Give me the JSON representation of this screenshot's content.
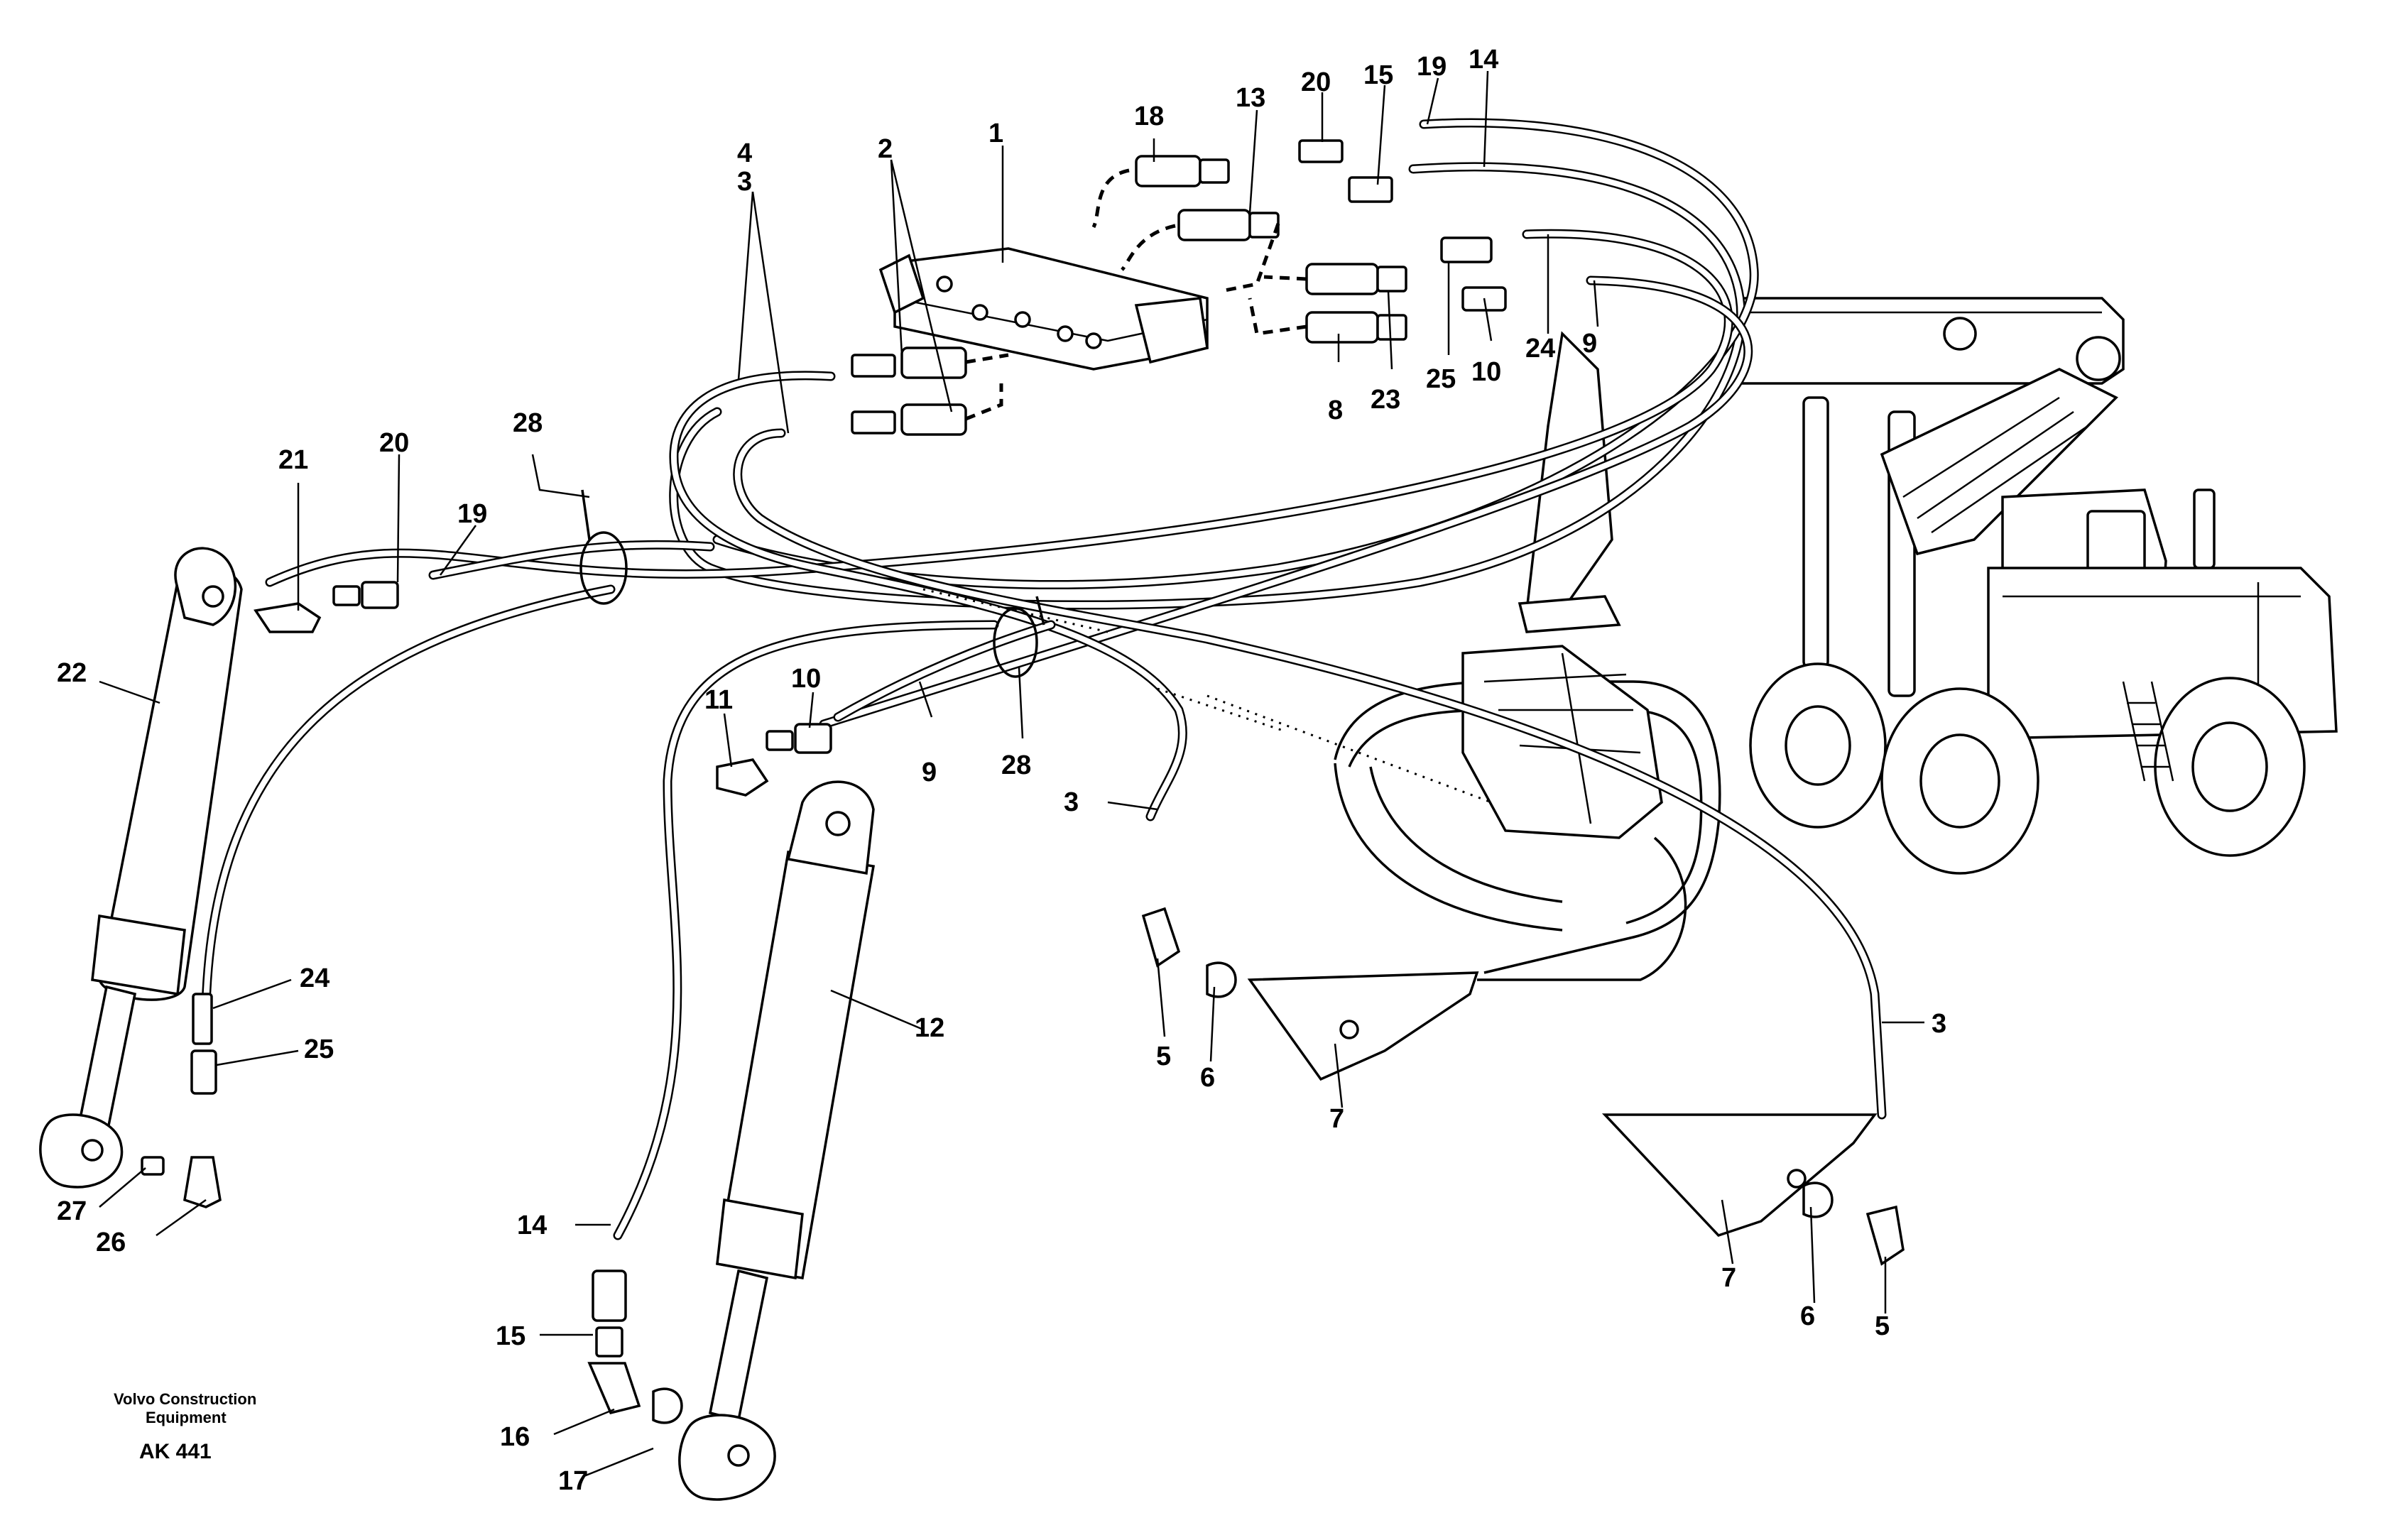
{
  "diagram": {
    "callouts": [
      {
        "id": "c-4",
        "text": "4"
      },
      {
        "id": "c-3-top",
        "text": "3"
      },
      {
        "id": "c-2",
        "text": "2"
      },
      {
        "id": "c-1",
        "text": "1"
      },
      {
        "id": "c-18",
        "text": "18"
      },
      {
        "id": "c-13",
        "text": "13"
      },
      {
        "id": "c-20-top",
        "text": "20"
      },
      {
        "id": "c-15-top",
        "text": "15"
      },
      {
        "id": "c-19-top",
        "text": "19"
      },
      {
        "id": "c-14-top",
        "text": "14"
      },
      {
        "id": "c-24-top",
        "text": "24"
      },
      {
        "id": "c-9-top",
        "text": "9"
      },
      {
        "id": "c-8",
        "text": "8"
      },
      {
        "id": "c-23",
        "text": "23"
      },
      {
        "id": "c-25-top",
        "text": "25"
      },
      {
        "id": "c-10-top",
        "text": "10"
      },
      {
        "id": "c-28-left",
        "text": "28"
      },
      {
        "id": "c-21",
        "text": "21"
      },
      {
        "id": "c-20-left",
        "text": "20"
      },
      {
        "id": "c-19-left",
        "text": "19"
      },
      {
        "id": "c-22",
        "text": "22"
      },
      {
        "id": "c-11",
        "text": "11"
      },
      {
        "id": "c-10-mid",
        "text": "10"
      },
      {
        "id": "c-9-mid",
        "text": "9"
      },
      {
        "id": "c-28-mid",
        "text": "28"
      },
      {
        "id": "c-3-mid",
        "text": "3"
      },
      {
        "id": "c-24-left",
        "text": "24"
      },
      {
        "id": "c-25-left",
        "text": "25"
      },
      {
        "id": "c-12",
        "text": "12"
      },
      {
        "id": "c-5-mid",
        "text": "5"
      },
      {
        "id": "c-6-mid",
        "text": "6"
      },
      {
        "id": "c-7-mid",
        "text": "7"
      },
      {
        "id": "c-3-right",
        "text": "3"
      },
      {
        "id": "c-27",
        "text": "27"
      },
      {
        "id": "c-26",
        "text": "26"
      },
      {
        "id": "c-14-low",
        "text": "14"
      },
      {
        "id": "c-15-low",
        "text": "15"
      },
      {
        "id": "c-16",
        "text": "16"
      },
      {
        "id": "c-17",
        "text": "17"
      },
      {
        "id": "c-7-right",
        "text": "7"
      },
      {
        "id": "c-6-right",
        "text": "6"
      },
      {
        "id": "c-5-right",
        "text": "5"
      }
    ],
    "caption": {
      "line1": "Volvo Construction",
      "line2": "Equipment",
      "code": "AK 441"
    }
  }
}
